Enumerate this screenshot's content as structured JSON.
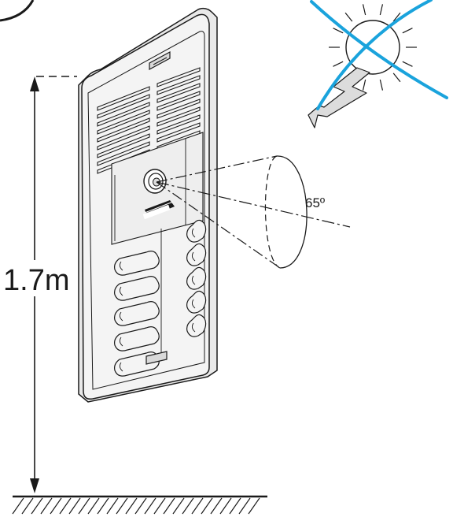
{
  "height_label": "1.7m",
  "angle_label": "65º",
  "colors": {
    "line": "#1a1a1a",
    "panel_fill": "#f4f4f4",
    "panel_shade": "#d9d9d9",
    "cross": "#1aa3dc",
    "sun_fill": "#ffffff"
  },
  "buttons_per_column": 5,
  "icons": {
    "sun": "sun-icon",
    "lightning": "lightning-icon",
    "prohibited": "cross-out-icon"
  }
}
